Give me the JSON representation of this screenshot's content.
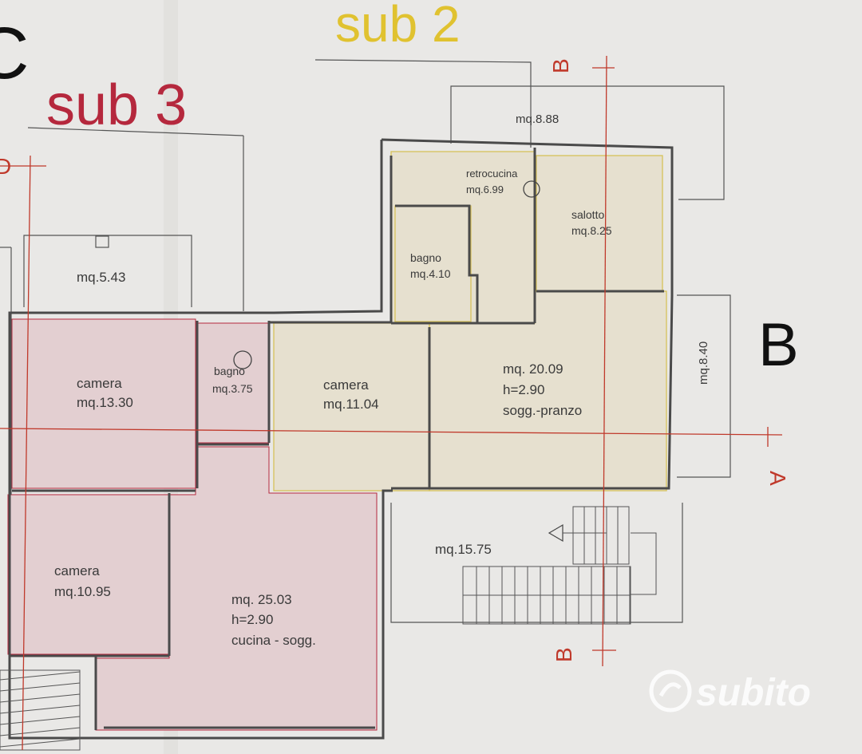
{
  "sub_labels": {
    "sub3": "sub 3",
    "sub2": "sub 2",
    "c": "C",
    "b_big": "B"
  },
  "section_marks": {
    "b_top": "B",
    "b_bottom": "B",
    "a_right": "A",
    "d_left": "D"
  },
  "rooms": {
    "mq_5_43": "mq.5.43",
    "camera_1": {
      "name": "camera",
      "area": "mq.13.30"
    },
    "bagno_1": {
      "name": "bagno",
      "area": "mq.3.75"
    },
    "camera_2": {
      "name": "camera",
      "area": "mq.11.04"
    },
    "camera_3": {
      "name": "camera",
      "area": "mq.10.95"
    },
    "cucina_sogg": {
      "area": "mq. 25.03",
      "height": "h=2.90",
      "name": "cucina - sogg."
    },
    "retrocucina": {
      "name": "retrocucina",
      "area": "mq.6.99"
    },
    "bagno_2": {
      "name": "bagno",
      "area": "mq.4.10"
    },
    "salotto": {
      "name": "salotto",
      "area": "mq.8.25"
    },
    "sogg_pranzo": {
      "area": "mq. 20.09",
      "height": "h=2.90",
      "name": "sogg.-pranzo"
    },
    "mq_8_88": "mq.8.88",
    "mq_8_40": "mq.8.40",
    "mq_15_75": "mq.15.75"
  },
  "watermark": "subito",
  "colors": {
    "paper": "#e9e8e6",
    "sub3_fill": "#e3cfd1",
    "sub2_fill": "#e6e0cf",
    "sub3_text": "#b5283d",
    "sub2_text": "#e0c230",
    "section_red": "#c0392b",
    "wall": "#4a4a4a"
  }
}
